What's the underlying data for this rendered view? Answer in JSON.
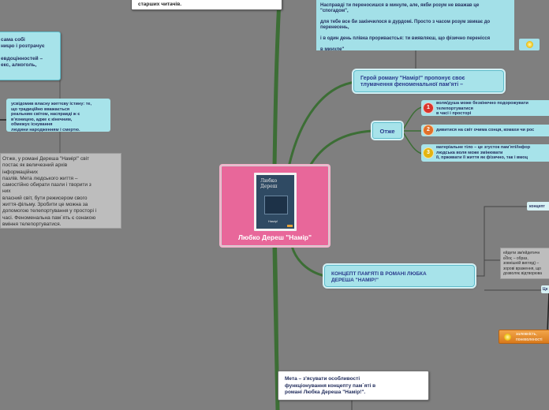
{
  "central": {
    "title": "Любко Дереш \"Намір\"",
    "book_cover_lines": [
      "Любко",
      "Дереш",
      "Намір!"
    ]
  },
  "top_snippet": {
    "text": "старших читачів."
  },
  "left_top": {
    "text": "сама собі\nницю і розтрачує\n\nевдоцінностей –\nекс, алкоголь,"
  },
  "left_mid": {
    "text": "усвідомив власну життєву істину: те,\nщо традиційно вважається\nреальним світом, насправді ж є\nв’язницею, адже є кінечним,\nобмежує існування\nлюдини народженням і смертю."
  },
  "left_gray": {
    "text": "Отже, у романі Дереша \"Намір!\" світ\nпостає як величезний архів\nінформаційних\nпазлів. Мета людського життя –\nсамостійно обирати пазли і творити з\nних\nвласний світ, бути режисером свого\nжиття-фільму. Зробити це можна за\nдопомогою телепортування у просторі і\nчасі. Феноменальна пам´ять є ознакою\nвміння телепортуватися."
  },
  "top_right_quote": {
    "text": "Насправді ти переносишся в минуле, але, якби розум не вважав це\n\"спогадом\",\n\nдля тебе все би закінчилося в дурдомі. Просто з часом розум звикає до\nперенесень,\n\nі в один день плівка прориваєтсья: ти виявляєш, що фізично перенісся\n\nв минуле\""
  },
  "hero_node": {
    "text": "Герой роману \"Намір!\" пропонує своє\nтлумачення феноменальної пам’яті –"
  },
  "otzhe_node": {
    "text": "Отже"
  },
  "items": [
    {
      "number": "1",
      "text": "воля/душа може безкінечно подорожувати\nтелепортуватися\nв часі і просторі",
      "color": "#d9342b"
    },
    {
      "number": "2",
      "text": "дивитися на світ очима сонця, комахи чи рос",
      "color": "#e0702a"
    },
    {
      "number": "3",
      "text": "матеріальне тіло – це згусток пам’яті/інфор\nлюдська воля може змінювати\nїї, прживати її життя як фізично, так і вмоц",
      "color": "#e3b40f"
    }
  ],
  "concept_node": {
    "text": "КОНЦЕПТ ПАМ'ЯТІ В РОМАНІ ЛЮБКА\nДЕРЕША \"НАМІР!\""
  },
  "concept_small_top": {
    "text": "концепт"
  },
  "eidos_box": {
    "text": "ейдети зм/ейдетичн\nεἶδος – образ,\nзовнішній вигляд) –\nзорові враження, що\nдозволяє відтворюва"
  },
  "tse_small": {
    "text": "Це"
  },
  "orange_node": {
    "text": "залежність,\nпоневоленості"
  },
  "goal_node": {
    "text": "Мета  – з'ясувати особливості\nфункціонування концепту пам´яті в\nромані Любка Дереша \"Намір!\"."
  },
  "colors": {
    "background": "#7f7f7f",
    "central": "#e8679a",
    "teal": "#a7e3ea",
    "branch": "#3f6b3a"
  }
}
